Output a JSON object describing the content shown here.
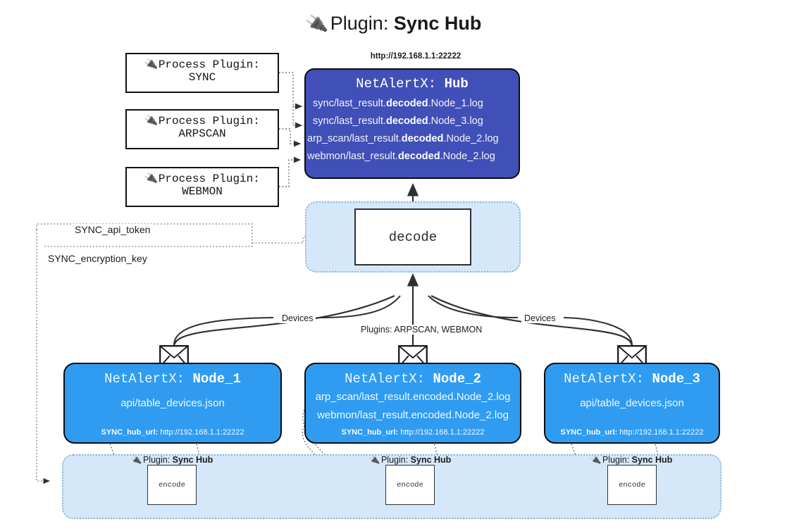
{
  "title": {
    "icon": "plug-icon",
    "label": "Plugin:",
    "value": "Sync Hub"
  },
  "process_plugins": [
    {
      "icon": "plug-icon",
      "label": "Process Plugin:",
      "value": "SYNC"
    },
    {
      "icon": "plug-icon",
      "label": "Process Plugin:",
      "value": "ARPSCAN"
    },
    {
      "icon": "plug-icon",
      "label": "Process Plugin:",
      "value": "WEBMON"
    }
  ],
  "hub": {
    "url": "http://192.168.1.1:22222",
    "app": "NetAlertX:",
    "name": "Hub",
    "logs": [
      {
        "pre": "sync/last_result.",
        "mid": "decoded",
        "post": ".Node_1.log"
      },
      {
        "pre": "sync/last_result.",
        "mid": "decoded",
        "post": ".Node_3.log"
      },
      {
        "pre": "arp_scan/last_result.",
        "mid": "decoded",
        "post": ".Node_2.log"
      },
      {
        "pre": "webmon/last_result.",
        "mid": "decoded",
        "post": ".Node_2.log"
      }
    ]
  },
  "decode": {
    "label": "decode"
  },
  "tokens": {
    "api_token": "SYNC_api_token",
    "encryption_key": "SYNC_encryption_key"
  },
  "edge_labels": {
    "devices_left": "Devices",
    "devices_right": "Devices",
    "plugins_center": "Plugins: ARPSCAN, WEBMON"
  },
  "nodes": [
    {
      "app": "NetAlertX:",
      "name": "Node_1",
      "rows": [
        "api/table_devices.json"
      ],
      "hub_url_label": "SYNC_hub_url:",
      "hub_url_value": "http://192.168.1.1:22222",
      "icon": "envelope-icon"
    },
    {
      "app": "NetAlertX:",
      "name": "Node_2",
      "rows": [
        "arp_scan/last_result.encoded.Node_2.log",
        "webmon/last_result.encoded.Node_2.log"
      ],
      "hub_url_label": "SYNC_hub_url:",
      "hub_url_value": "http://192.168.1.1:22222",
      "icon": "envelope-icon"
    },
    {
      "app": "NetAlertX:",
      "name": "Node_3",
      "rows": [
        "api/table_devices.json"
      ],
      "hub_url_label": "SYNC_hub_url:",
      "hub_url_value": "http://192.168.1.1:22222",
      "icon": "envelope-icon"
    }
  ],
  "encoders": [
    {
      "tag_label": "Plugin:",
      "tag_value": "Sync Hub",
      "box_label": "encode",
      "icon": "plug-icon"
    },
    {
      "tag_label": "Plugin:",
      "tag_value": "Sync Hub",
      "box_label": "encode",
      "icon": "plug-icon"
    },
    {
      "tag_label": "Plugin:",
      "tag_value": "Sync Hub",
      "box_label": "encode",
      "icon": "plug-icon"
    }
  ],
  "colors": {
    "hub_fill": "#4150b8",
    "node_fill": "#2f9cf2",
    "shell_fill": "#d5e8f9",
    "shell_border": "#8fb6d4",
    "stroke": "#2c3136"
  }
}
